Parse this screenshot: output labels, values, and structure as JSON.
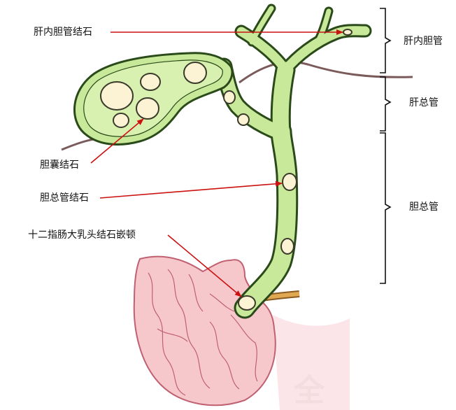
{
  "labels": {
    "intrahepatic_stone": "肝内胆管结石",
    "gallbladder_stone": "胆囊结石",
    "cbd_stone": "胆总管结石",
    "papilla_stone": "十二指肠大乳头结石嵌顿",
    "intrahepatic_duct": "肝内胆管",
    "common_hepatic_duct": "肝总管",
    "common_bile_duct": "胆总管"
  },
  "watermark": "全",
  "colors": {
    "duct_fill": "#c8e89a",
    "duct_stroke": "#2a4a1a",
    "stone_fill": "#fbf3d4",
    "stone_stroke": "#3a3a2a",
    "arrow": "#cc1111",
    "duodenum_fill": "#f6c8cc",
    "duodenum_stroke": "#c06070",
    "liver_edge": "#7a5a5a",
    "pancreatic_duct": "#d8a040"
  }
}
